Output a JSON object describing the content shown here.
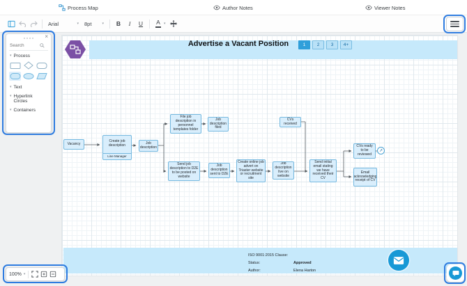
{
  "top_bar": {
    "process_map": "Process Map",
    "author_notes": "Author Notes",
    "viewer_notes": "Viewer Notes"
  },
  "toolbar": {
    "font_family": "Arial",
    "font_size": "8pt",
    "bold": "B",
    "italic": "I",
    "underline": "U",
    "text_color": "A"
  },
  "shapes_panel": {
    "search_placeholder": "Search",
    "sections": {
      "process": "Process",
      "text": "Text",
      "hyperlink_circles": "Hyperlink Circles",
      "containers": "Containers"
    }
  },
  "page": {
    "title": "Advertise a Vacant Position",
    "page_buttons": [
      "1",
      "2",
      "3",
      "4+"
    ],
    "active_page": "1",
    "footer": {
      "iso_label": "ISO 9001:2015 Clause:",
      "status_label": "Status:",
      "status_value": "Approved",
      "author_label": "Author:",
      "author_value": "Elena Harton"
    }
  },
  "flowchart": {
    "nodes": [
      {
        "label": "Vacancy"
      },
      {
        "label": "Create job description",
        "sublabel": "Line Manager"
      },
      {
        "label": "Job description"
      },
      {
        "label": "File job description in personnel templates folder"
      },
      {
        "label": "Job description filed"
      },
      {
        "label": "CVs received"
      },
      {
        "label": "Send job description to D2E to be posted on website"
      },
      {
        "label": "Job description sent to D2E"
      },
      {
        "label": "Create online job advert on Triaster website or recruitment site"
      },
      {
        "label": "Job description live on website"
      },
      {
        "label": "Send initial email stating we have received their CV"
      },
      {
        "label": "CVs ready to be reviewed"
      },
      {
        "label": "Email acknowledging receipt of CV"
      }
    ]
  },
  "zoom_bar": {
    "zoom_level": "100%"
  },
  "icons": {
    "dropdown_chevron": "▾",
    "close": "×",
    "hyperlink_arrow": "↗"
  },
  "colors": {
    "annotation_blue": "#2e7ce0",
    "node_fill": "#d9eefc",
    "node_border": "#74b8df",
    "band_blue": "#c6e9fb",
    "active_page_blue": "#2f9fda",
    "brand_blue": "#1899d6",
    "logo_purple": "#7b50a5"
  }
}
